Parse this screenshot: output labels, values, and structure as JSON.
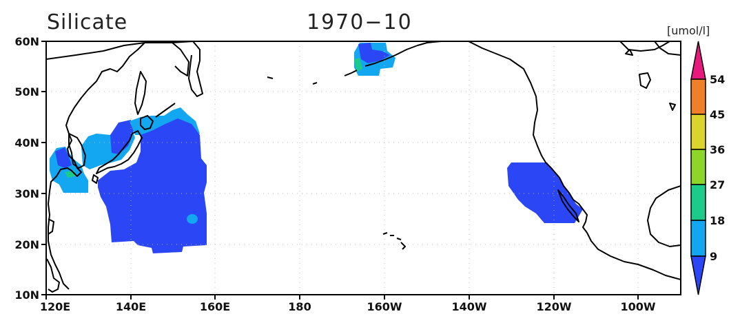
{
  "title": "Silicate",
  "period": "1970−10",
  "units": "[umol/l]",
  "axes": {
    "lat_labels": [
      "60N",
      "50N",
      "40N",
      "30N",
      "20N",
      "10N"
    ],
    "lon_labels": [
      "120E",
      "140E",
      "160E",
      "180",
      "160W",
      "140W",
      "120W",
      "100W"
    ]
  },
  "colorbar": {
    "labels": [
      "54",
      "45",
      "36",
      "27",
      "18",
      "9"
    ],
    "bins": [
      {
        "range": "above 54",
        "color": "#e8197d"
      },
      {
        "range": "45-54",
        "color": "#f07f2a"
      },
      {
        "range": "36-45",
        "color": "#dcd42d"
      },
      {
        "range": "27-36",
        "color": "#8ed52a"
      },
      {
        "range": "18-27",
        "color": "#1ccb8a"
      },
      {
        "range": "9-18",
        "color": "#12a7f0"
      },
      {
        "range": "below 9",
        "color": "#2b46f5"
      }
    ]
  },
  "colors": {
    "low": "#2b46f5",
    "mid": "#12a7f0",
    "high": "#1ccb8a",
    "coast": "#000000",
    "grid": "#bbbbbb"
  }
}
